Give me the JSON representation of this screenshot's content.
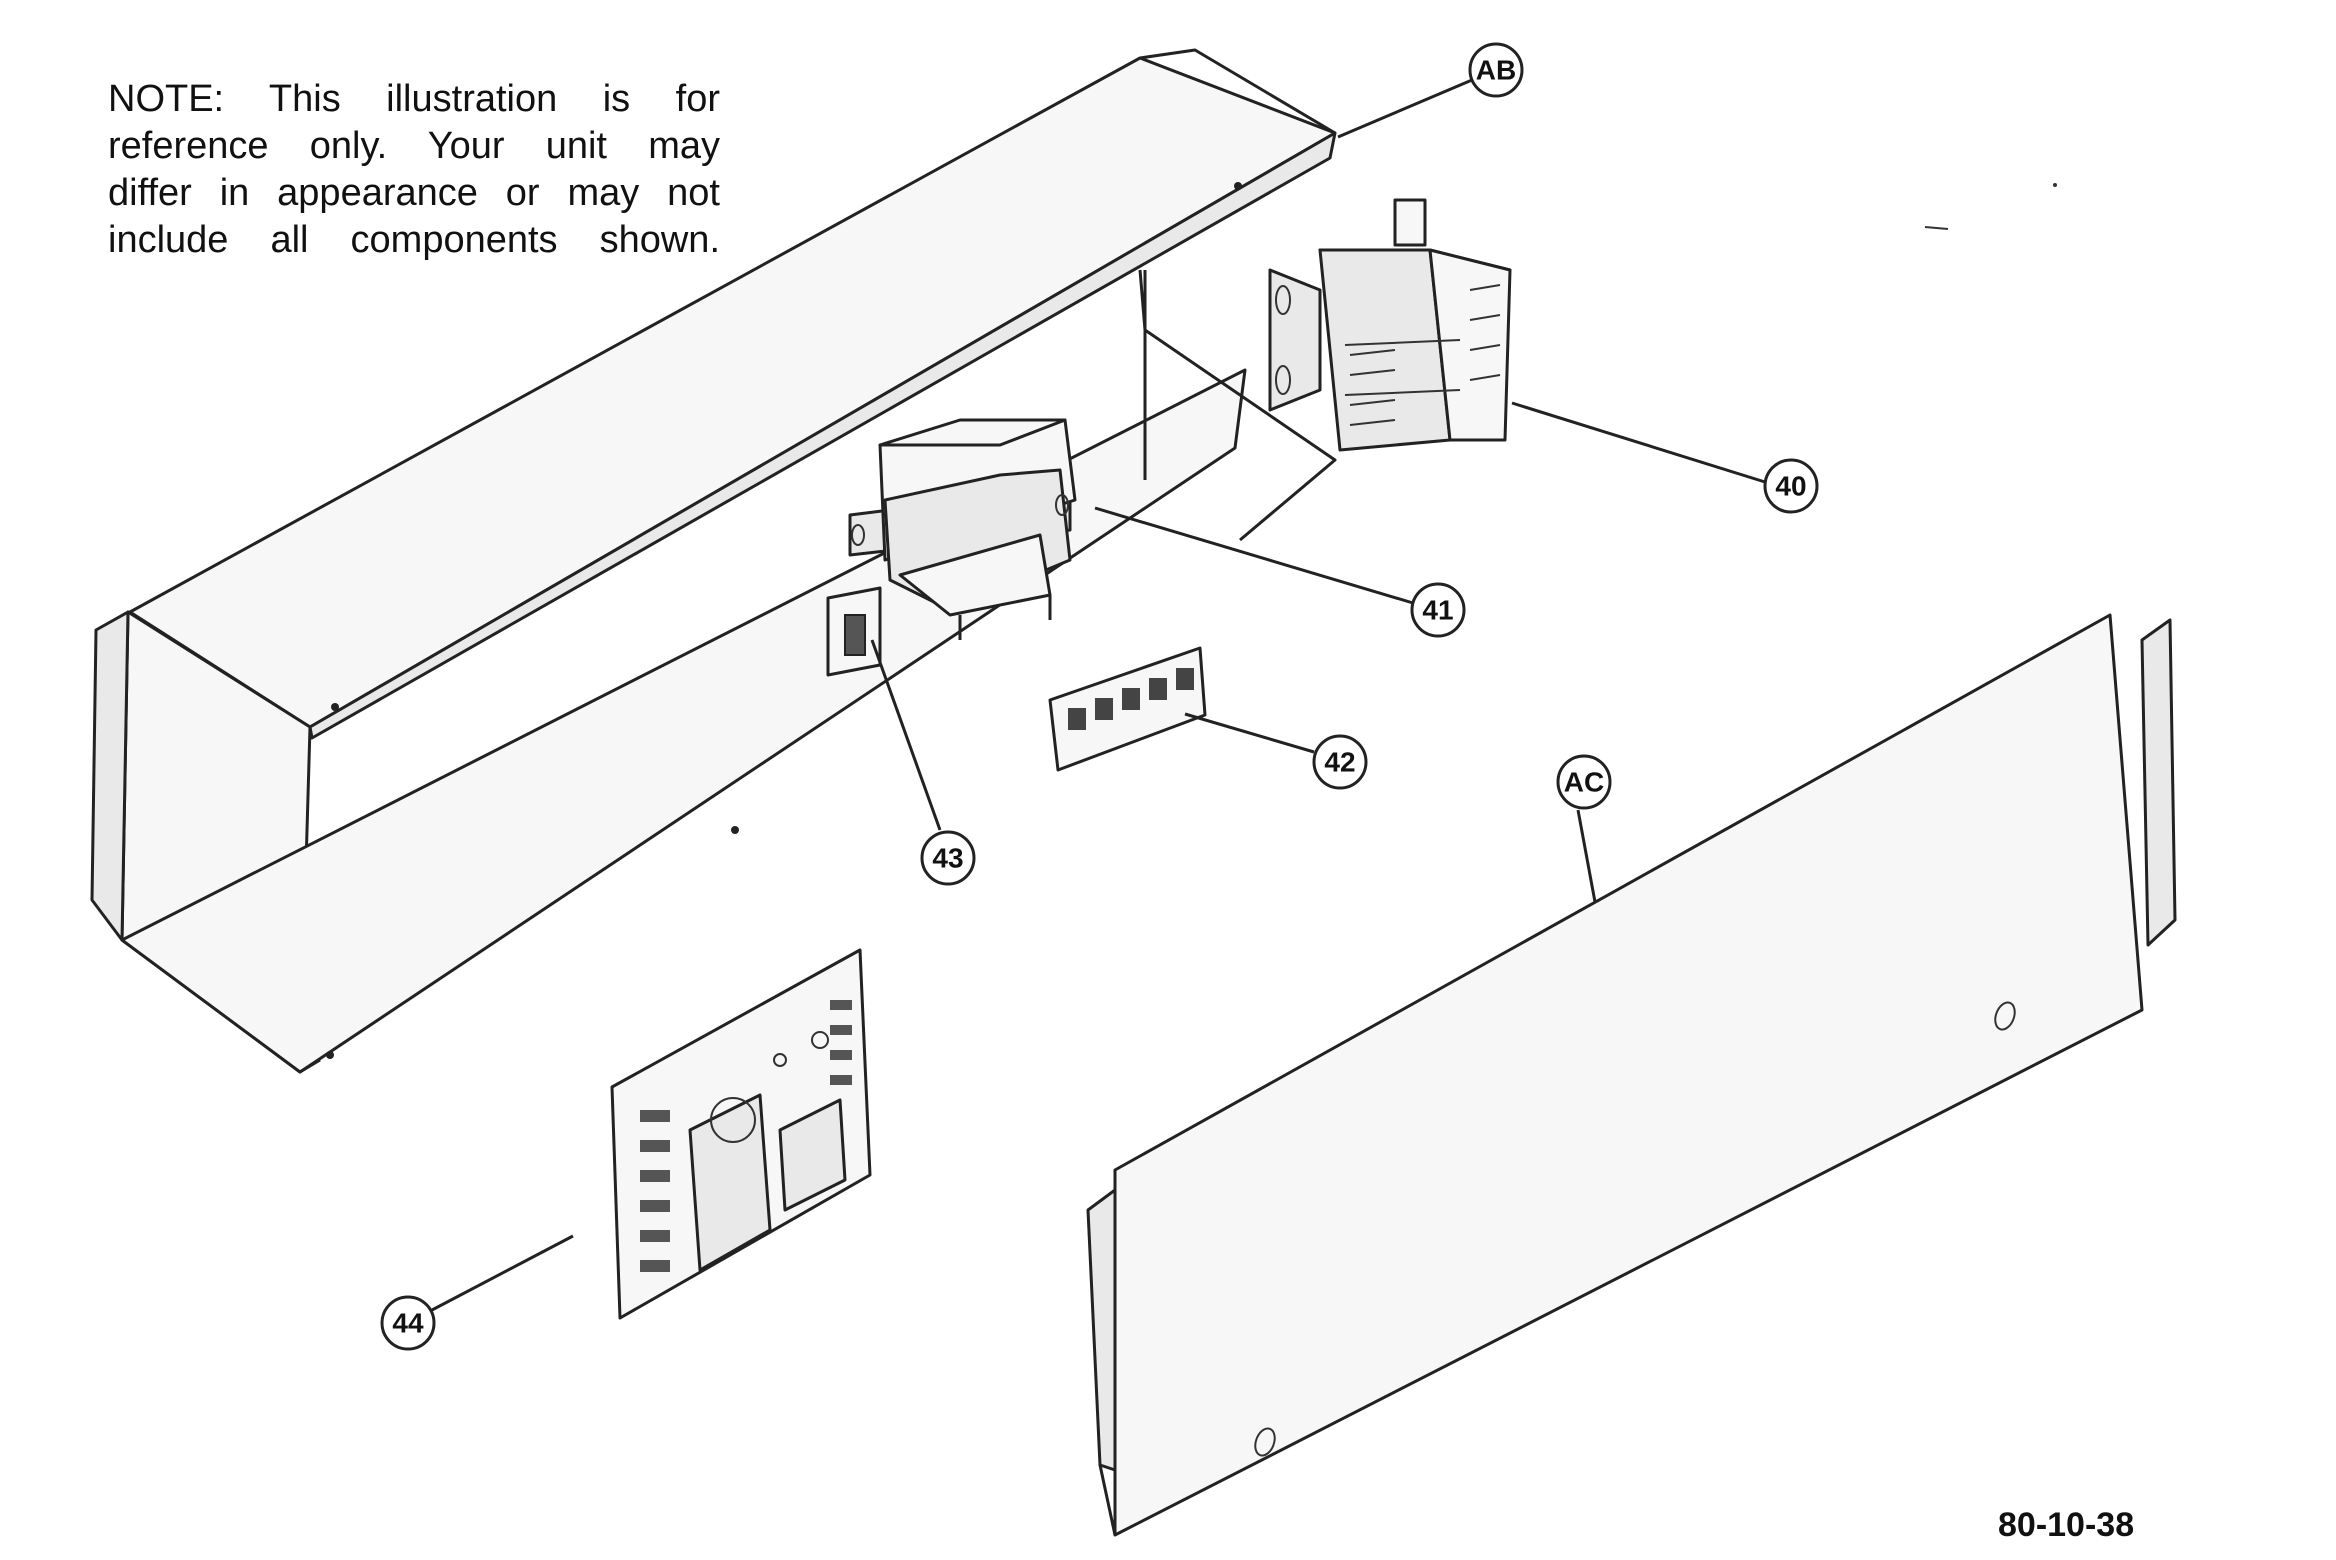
{
  "note": {
    "lines": [
      "NOTE:      This illustration is for",
      "reference only.    Your unit may",
      "differ in appearance or may not",
      "include all components shown."
    ]
  },
  "figure_number": "80-10-38",
  "callouts": {
    "ab": "AB",
    "ac": "AC",
    "c40": "40",
    "c41": "41",
    "c42": "42",
    "c43": "43",
    "c44": "44"
  }
}
